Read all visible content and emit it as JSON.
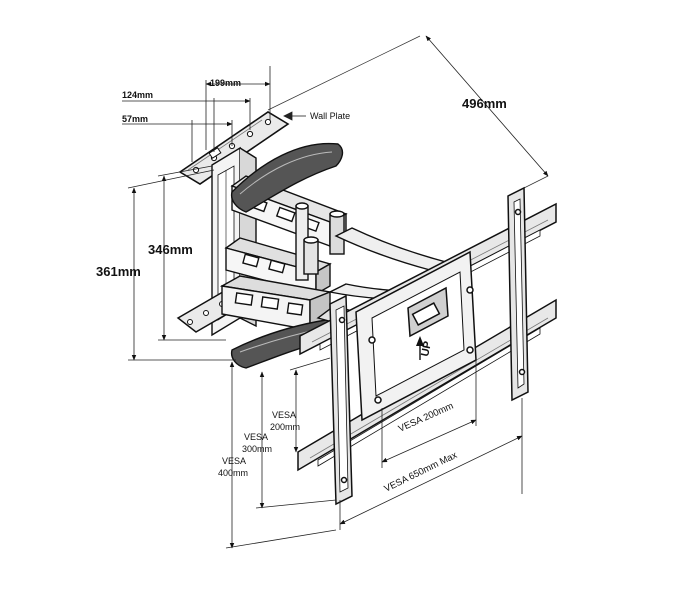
{
  "diagram": {
    "wall_plate": {
      "callout": "Wall Plate",
      "width_dim": "199mm",
      "inner_dim": "124mm",
      "hole_dim": "57mm"
    },
    "heights": {
      "total": "361mm",
      "arm": "346mm"
    },
    "extension": "496mm",
    "vesa": {
      "v200_l1": "VESA",
      "v200_l2": "200mm",
      "v300_l1": "VESA",
      "v300_l2": "300mm",
      "v400_l1": "VESA",
      "v400_l2": "400mm",
      "horizontal_200": "VESA 200mm",
      "max_650": "VESA 650mm Max"
    },
    "marking": "UP"
  },
  "colors": {
    "line": "#111111",
    "fill_light": "#f2f2f2",
    "fill_mid": "#d4d4d4",
    "fill_dark": "#555555"
  }
}
